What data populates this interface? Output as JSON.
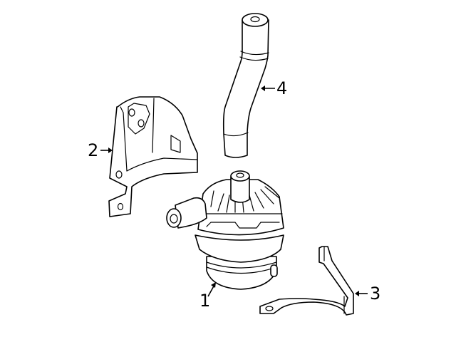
{
  "diagram": {
    "type": "exploded-parts-diagram",
    "background": "#ffffff",
    "line_color": "#000000",
    "callouts": [
      {
        "id": "1",
        "label": "1",
        "part": "water-pump"
      },
      {
        "id": "2",
        "label": "2",
        "part": "heat-shield-bracket"
      },
      {
        "id": "3",
        "label": "3",
        "part": "mounting-strap-bracket"
      },
      {
        "id": "4",
        "label": "4",
        "part": "coolant-hose"
      }
    ]
  }
}
